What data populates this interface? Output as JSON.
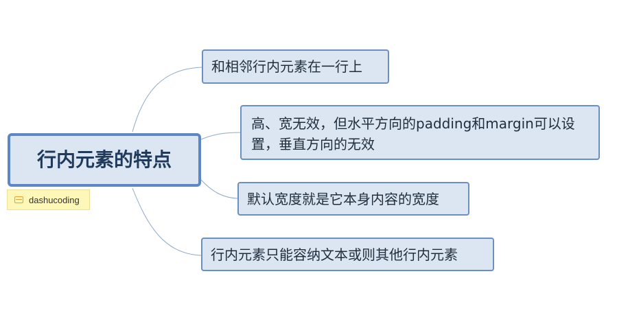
{
  "root": {
    "label": "行内元素的特点"
  },
  "note": {
    "icon": "note-icon",
    "text": "dashucoding"
  },
  "children": [
    {
      "label": "和相邻行内元素在一行上"
    },
    {
      "label": "高、宽无效，但水平方向的padding和margin可以设置，垂直方向的无效"
    },
    {
      "label": "默认宽度就是它本身内容的宽度"
    },
    {
      "label": "行内元素只能容纳文本或则其他行内元素"
    }
  ],
  "colors": {
    "node_fill": "#dce6f2",
    "node_border": "#6b8fc1",
    "link": "#8ea9c9",
    "note_fill": "#fdf7b8"
  }
}
